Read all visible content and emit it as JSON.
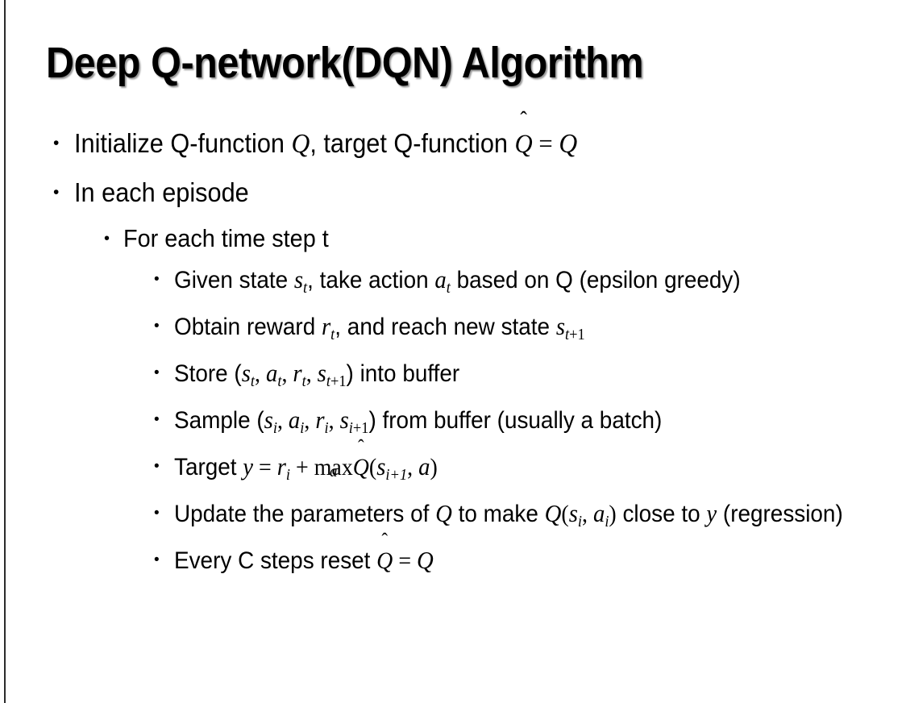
{
  "slide": {
    "background_color": "#ffffff",
    "text_color": "#000000",
    "left_rule_color": "#2b2b2b",
    "title": "Deep Q-network(DQN) Algorithm"
  },
  "bullets": {
    "b1": {
      "level": 1,
      "marker": "•",
      "text_plain": "Initialize Q-function Q, target Q-function Q̂ = Q",
      "parts": {
        "p1": "Initialize Q-function ",
        "m1": "Q",
        "p2": ", target Q-function ",
        "m2": "Q",
        "hat": "̂",
        "eq": " = ",
        "m3": "Q"
      }
    },
    "b2": {
      "level": 1,
      "marker": "•",
      "text_plain": "In each episode"
    },
    "b3": {
      "level": 2,
      "marker": "•",
      "text_plain": "For each time step t"
    },
    "b4": {
      "level": 3,
      "marker": "•",
      "text_plain": "Given state s_t, take action a_t based on Q (epsilon greedy)",
      "parts": {
        "p1": "Given state ",
        "s": "s",
        "s_sub": "t",
        "p2": ", take action ",
        "a": "a",
        "a_sub": "t",
        "p3": " based on Q (epsilon greedy)"
      }
    },
    "b5": {
      "level": 3,
      "marker": "•",
      "text_plain": "Obtain reward r_t, and reach new state s_{t+1}",
      "parts": {
        "p1": "Obtain reward ",
        "r": "r",
        "r_sub": "t",
        "p2": ", and reach new state ",
        "s": "s",
        "s_sub_i": "t",
        "s_sub_plus": "+1"
      }
    },
    "b6": {
      "level": 3,
      "marker": "•",
      "text_plain": "Store (s_t, a_t, r_t, s_{t+1}) into buffer",
      "parts": {
        "p1": "Store (",
        "s": "s",
        "sub_t": "t",
        "c1": ", ",
        "a": "a",
        "c2": ", ",
        "r": "r",
        "c3": ", ",
        "s2": "s",
        "sub_plus": "+1",
        "p2": ") into buffer"
      }
    },
    "b7": {
      "level": 3,
      "marker": "•",
      "text_plain": "Sample (s_i, a_i, r_i, s_{i+1}) from buffer (usually a batch)",
      "parts": {
        "p1": "Sample (",
        "s": "s",
        "sub_i": "i",
        "c1": ", ",
        "a": "a",
        "c2": ", ",
        "r": "r",
        "c3": ", ",
        "s2": "s",
        "sub_plus": "+1",
        "p2": ") from buffer (usually a batch)"
      }
    },
    "b8": {
      "level": 3,
      "marker": "•",
      "text_plain": "Target y = r_i + max_a Q̂(s_{i+1}, a)",
      "parts": {
        "p1": "Target ",
        "y": "y",
        "eq": " = ",
        "r": "r",
        "sub_i": "i",
        "plus": " + ",
        "max": "max",
        "max_sub": "a",
        "qhat": "Q",
        "hat": "̂",
        "open": "(",
        "s": "s",
        "sub_ip1": "i+1",
        "comma": ", ",
        "a": "a",
        "close": ")"
      }
    },
    "b9": {
      "level": 3,
      "marker": "•",
      "text_plain": "Update the parameters of Q to make Q(s_i, a_i) close to y (regression)",
      "parts": {
        "p1": "Update the parameters of ",
        "q1": "Q",
        "p2": " to make ",
        "q2": "Q",
        "open": "(",
        "s": "s",
        "sub_i": "i",
        "comma": ", ",
        "a": "a",
        "close": ")",
        "p3": " close to ",
        "y": "y",
        "p4": " (regression)"
      }
    },
    "b10": {
      "level": 3,
      "marker": "•",
      "text_plain": "Every C steps reset Q̂ = Q",
      "parts": {
        "p1": "Every C steps reset ",
        "q1": "Q",
        "hat": "̂",
        "eq": " = ",
        "q2": "Q"
      }
    }
  }
}
